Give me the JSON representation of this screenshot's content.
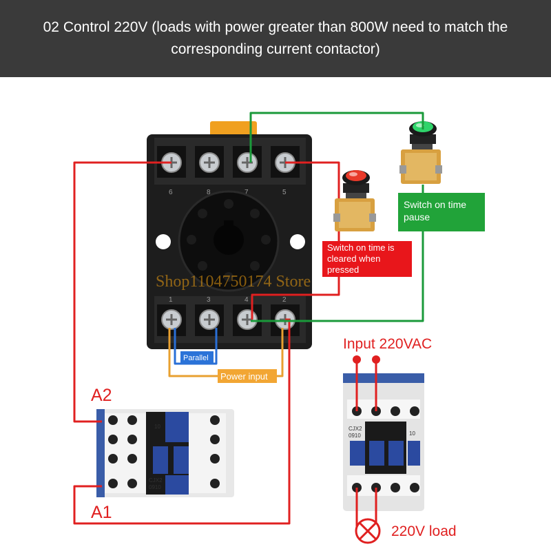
{
  "header": {
    "title": "02 Control 220V (loads with power greater than 800W need to match the corresponding current contactor)"
  },
  "relay": {
    "top_terminals": [
      "6",
      "8",
      "7",
      "5"
    ],
    "bottom_terminals": [
      "1",
      "3",
      "4",
      "2"
    ]
  },
  "labels": {
    "parallel": "Parallel",
    "power_input": "Power input",
    "pause": "Switch on time pause",
    "pause_lines": [
      "Switch on time",
      "pause"
    ],
    "clear": "Switch on time is cleared when pressed",
    "clear_lines": [
      "Switch on time is",
      "cleared when",
      "pressed"
    ],
    "input": "Input 220VAC",
    "load": "220V load",
    "a1": "A1",
    "a2": "A2"
  },
  "contactor": {
    "model_lines": [
      "CJX2",
      "0910"
    ],
    "no_label": "10"
  },
  "watermark": "Shop1104750174 Store",
  "colors": {
    "banner_bg": "#3a3a3a",
    "wire_red": "#e02020",
    "wire_green": "#1a9a3a",
    "wire_blue": "#2a6fd6",
    "wire_orange": "#e8a030",
    "pause_box": "#21a339",
    "clear_box": "#e8161b",
    "power_box": "#f2a633",
    "parallel_box": "#2b73d8"
  }
}
